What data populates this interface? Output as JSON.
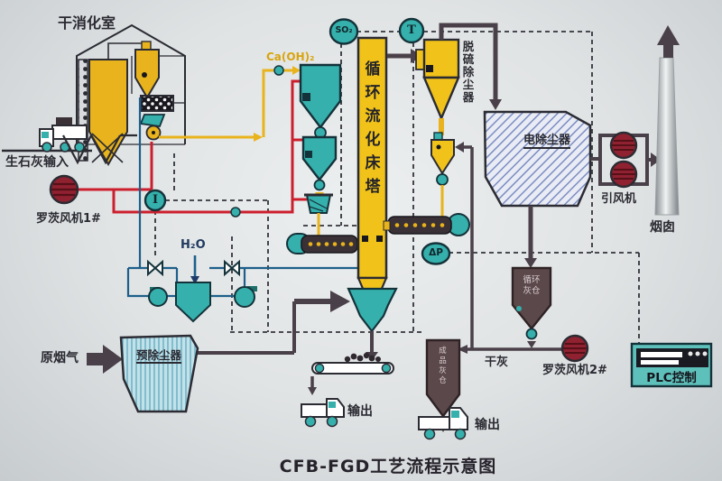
{
  "title": "CFB-FGD工艺流程示意图",
  "labels": {
    "slaking_room": "干消化室",
    "quicklime_input": "生石灰输入",
    "roots_blower_1": "罗茨风机1#",
    "lime_slurry": "Ca(OH)₂",
    "tower": "循环流化床塔",
    "desulf_cyclone": "脱硫除尘器",
    "esp": "电除尘器",
    "id_fan": "引风机",
    "chimney": "烟囱",
    "water": "H₂O",
    "raw_flue_gas": "原烟气",
    "pre_duster": "预除尘器",
    "recirc_ash_silo": "循环灰仓",
    "product_ash_silo": "成品灰仓",
    "dry_ash": "干灰",
    "roots_blower_2": "罗茨风机2#",
    "plc": "PLC控制",
    "output_left": "输出",
    "output_right": "输出"
  },
  "instruments": {
    "so2": "SO₂",
    "temperature": "T",
    "current": "I",
    "delta_p": "ΔP"
  },
  "colors": {
    "tower_yellow": "#f0c21a",
    "equipment_teal": "#35b0ac",
    "fan_red": "#8f2130",
    "silo_brown": "#5b484b",
    "gas_pipe": "#4a4049",
    "air_pipe_red": "#cc1f2d",
    "water_blue": "#1d5f8a",
    "lime_line_yellow": "#e8b31c"
  }
}
